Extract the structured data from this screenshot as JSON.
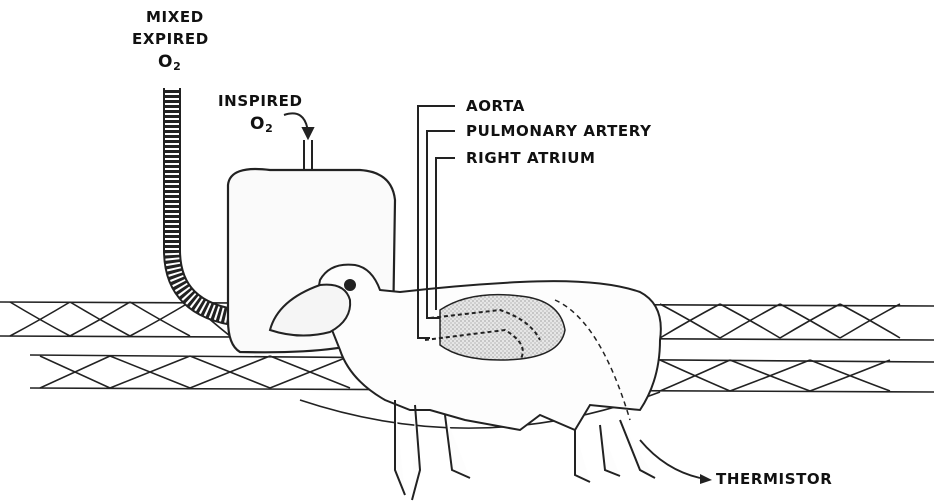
{
  "labels": {
    "mixed_expired": [
      "MIXED",
      "EXPIRED"
    ],
    "inspired": "INSPIRED",
    "o2_symbol": "O",
    "o2_subscript": "2",
    "aorta": "AORTA",
    "pulmonary_artery": "PULMONARY ARTERY",
    "right_atrium": "RIGHT ATRIUM",
    "thermistor": "THERMISTOR"
  }
}
